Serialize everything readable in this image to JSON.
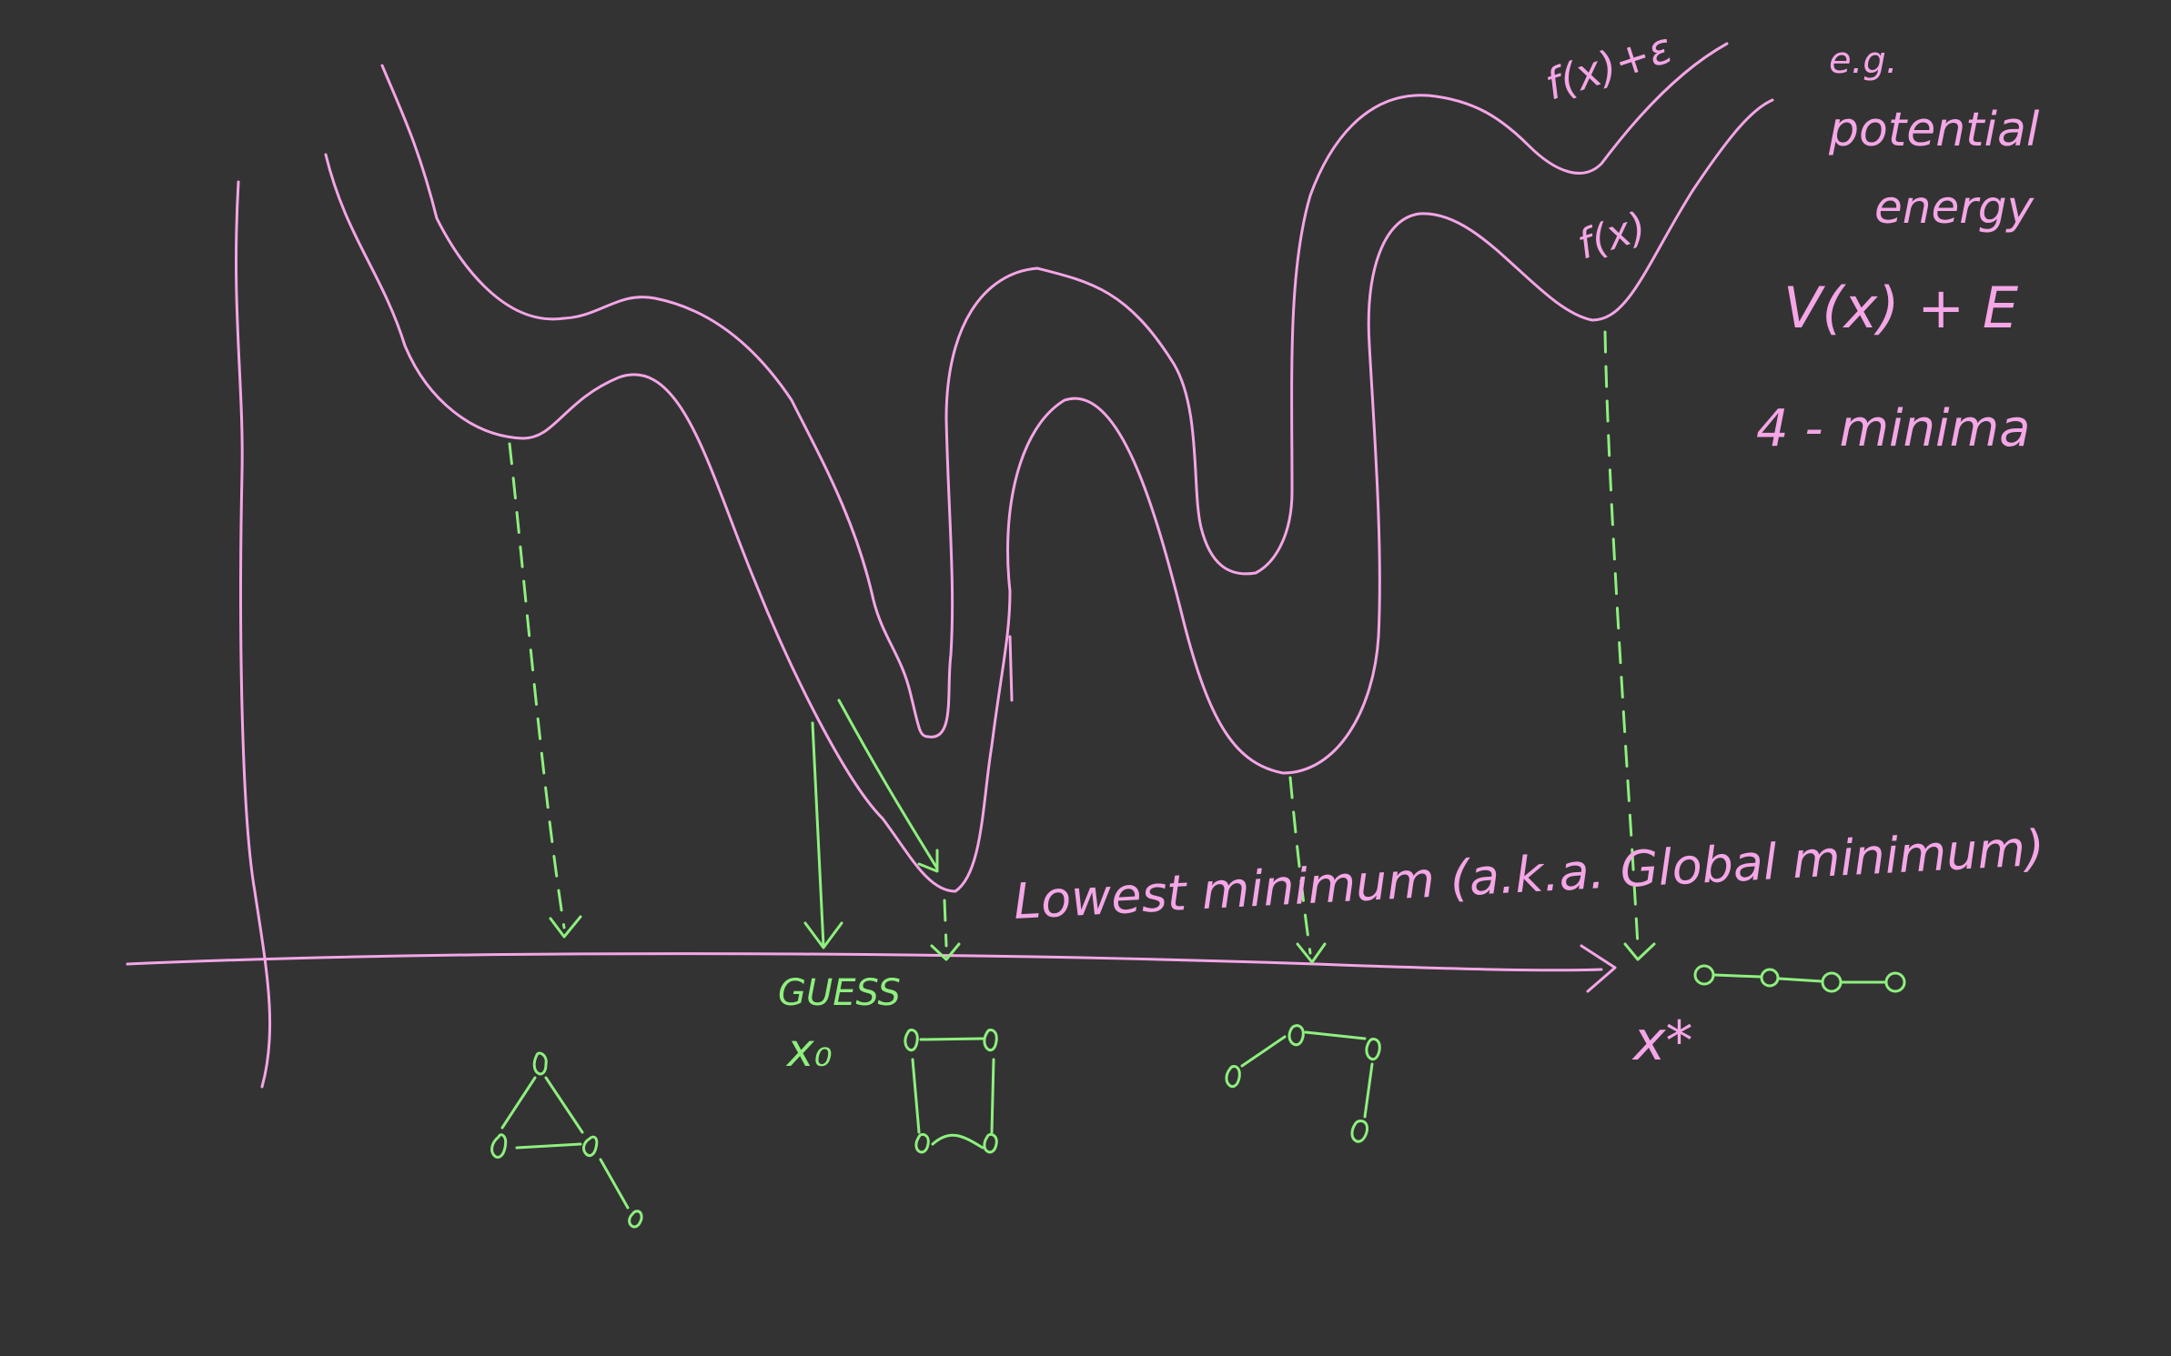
{
  "colors": {
    "background": "#333333",
    "curve": "#f4a6e6",
    "annotation": "#8ef07e"
  },
  "labels": {
    "upper_curve": "f(x)+ε",
    "lower_curve": "f(x)",
    "note_line1": "e.g.",
    "note_line2": "potential",
    "note_line3": "energy",
    "note_line4": "V(x) + E",
    "minima_count": "4 - minima",
    "global_min": "Lowest minimum (a.k.a. Global minimum)",
    "guess": "GUESS",
    "guess_symbol": "x₀",
    "global_x_symbol": "x*"
  }
}
